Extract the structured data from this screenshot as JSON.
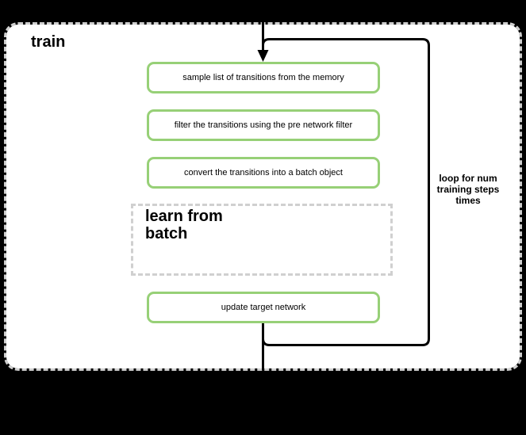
{
  "colors": {
    "bg": "#000000",
    "surface": "#ffffff",
    "dash": "#d0d0d0",
    "green": "#97d077",
    "line": "#000000",
    "text": "#000000"
  },
  "train": {
    "label": "train",
    "steps": [
      "sample list of transitions from the memory",
      "filter the transitions using the pre network filter",
      "convert the transitions into a batch object"
    ],
    "learn_group": {
      "line1": "learn from",
      "line2": "batch"
    },
    "final_step": "update target network",
    "loop_note": {
      "line1": "loop for num",
      "line2": "training steps",
      "line3": "times"
    }
  }
}
